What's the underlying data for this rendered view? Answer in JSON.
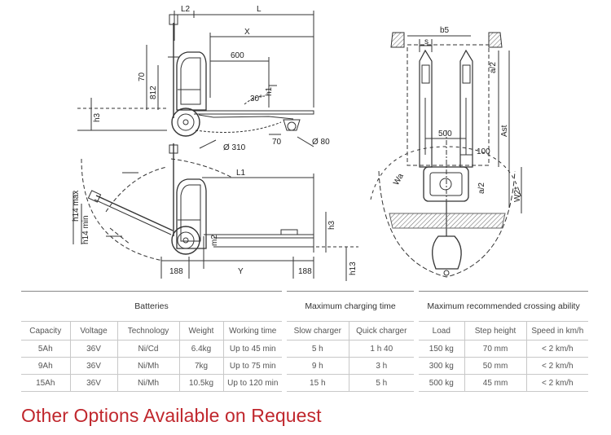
{
  "dimensions": {
    "side_top": [
      "L2",
      "L",
      "X",
      "600",
      "70",
      "812",
      "h1",
      "30°",
      "h3",
      "70",
      "Ø 310",
      "Ø 80"
    ],
    "side_bottom": [
      "h14 max",
      "h14 min",
      "L1",
      "h3",
      "m2",
      "h13",
      "188",
      "Y",
      "188"
    ],
    "plan": [
      "b5",
      "s",
      "a/2",
      "500",
      "100",
      "Ast",
      "Wa",
      "a/2",
      "W2*"
    ]
  },
  "table": {
    "groups": {
      "batteries": "Batteries",
      "charging": "Maximum charging time",
      "crossing": "Maximum recommended crossing ability"
    },
    "headers": [
      "Capacity",
      "Voltage",
      "Technology",
      "Weight",
      "Working time",
      "Slow charger",
      "Quick charger",
      "Load",
      "Step height",
      "Speed in km/h"
    ],
    "rows": [
      [
        "5Ah",
        "36V",
        "Ni/Cd",
        "6.4kg",
        "Up to 45 min",
        "5 h",
        "1 h 40",
        "150 kg",
        "70 mm",
        "< 2 km/h"
      ],
      [
        "9Ah",
        "36V",
        "Ni/Mh",
        "7kg",
        "Up to 75 min",
        "9 h",
        "3 h",
        "300 kg",
        "50 mm",
        "< 2 km/h"
      ],
      [
        "15Ah",
        "36V",
        "Ni/Mh",
        "10.5kg",
        "Up to 120 min",
        "15 h",
        "5 h",
        "500 kg",
        "45 mm",
        "< 2 km/h"
      ]
    ]
  },
  "footer": "Other Options Available on Request"
}
